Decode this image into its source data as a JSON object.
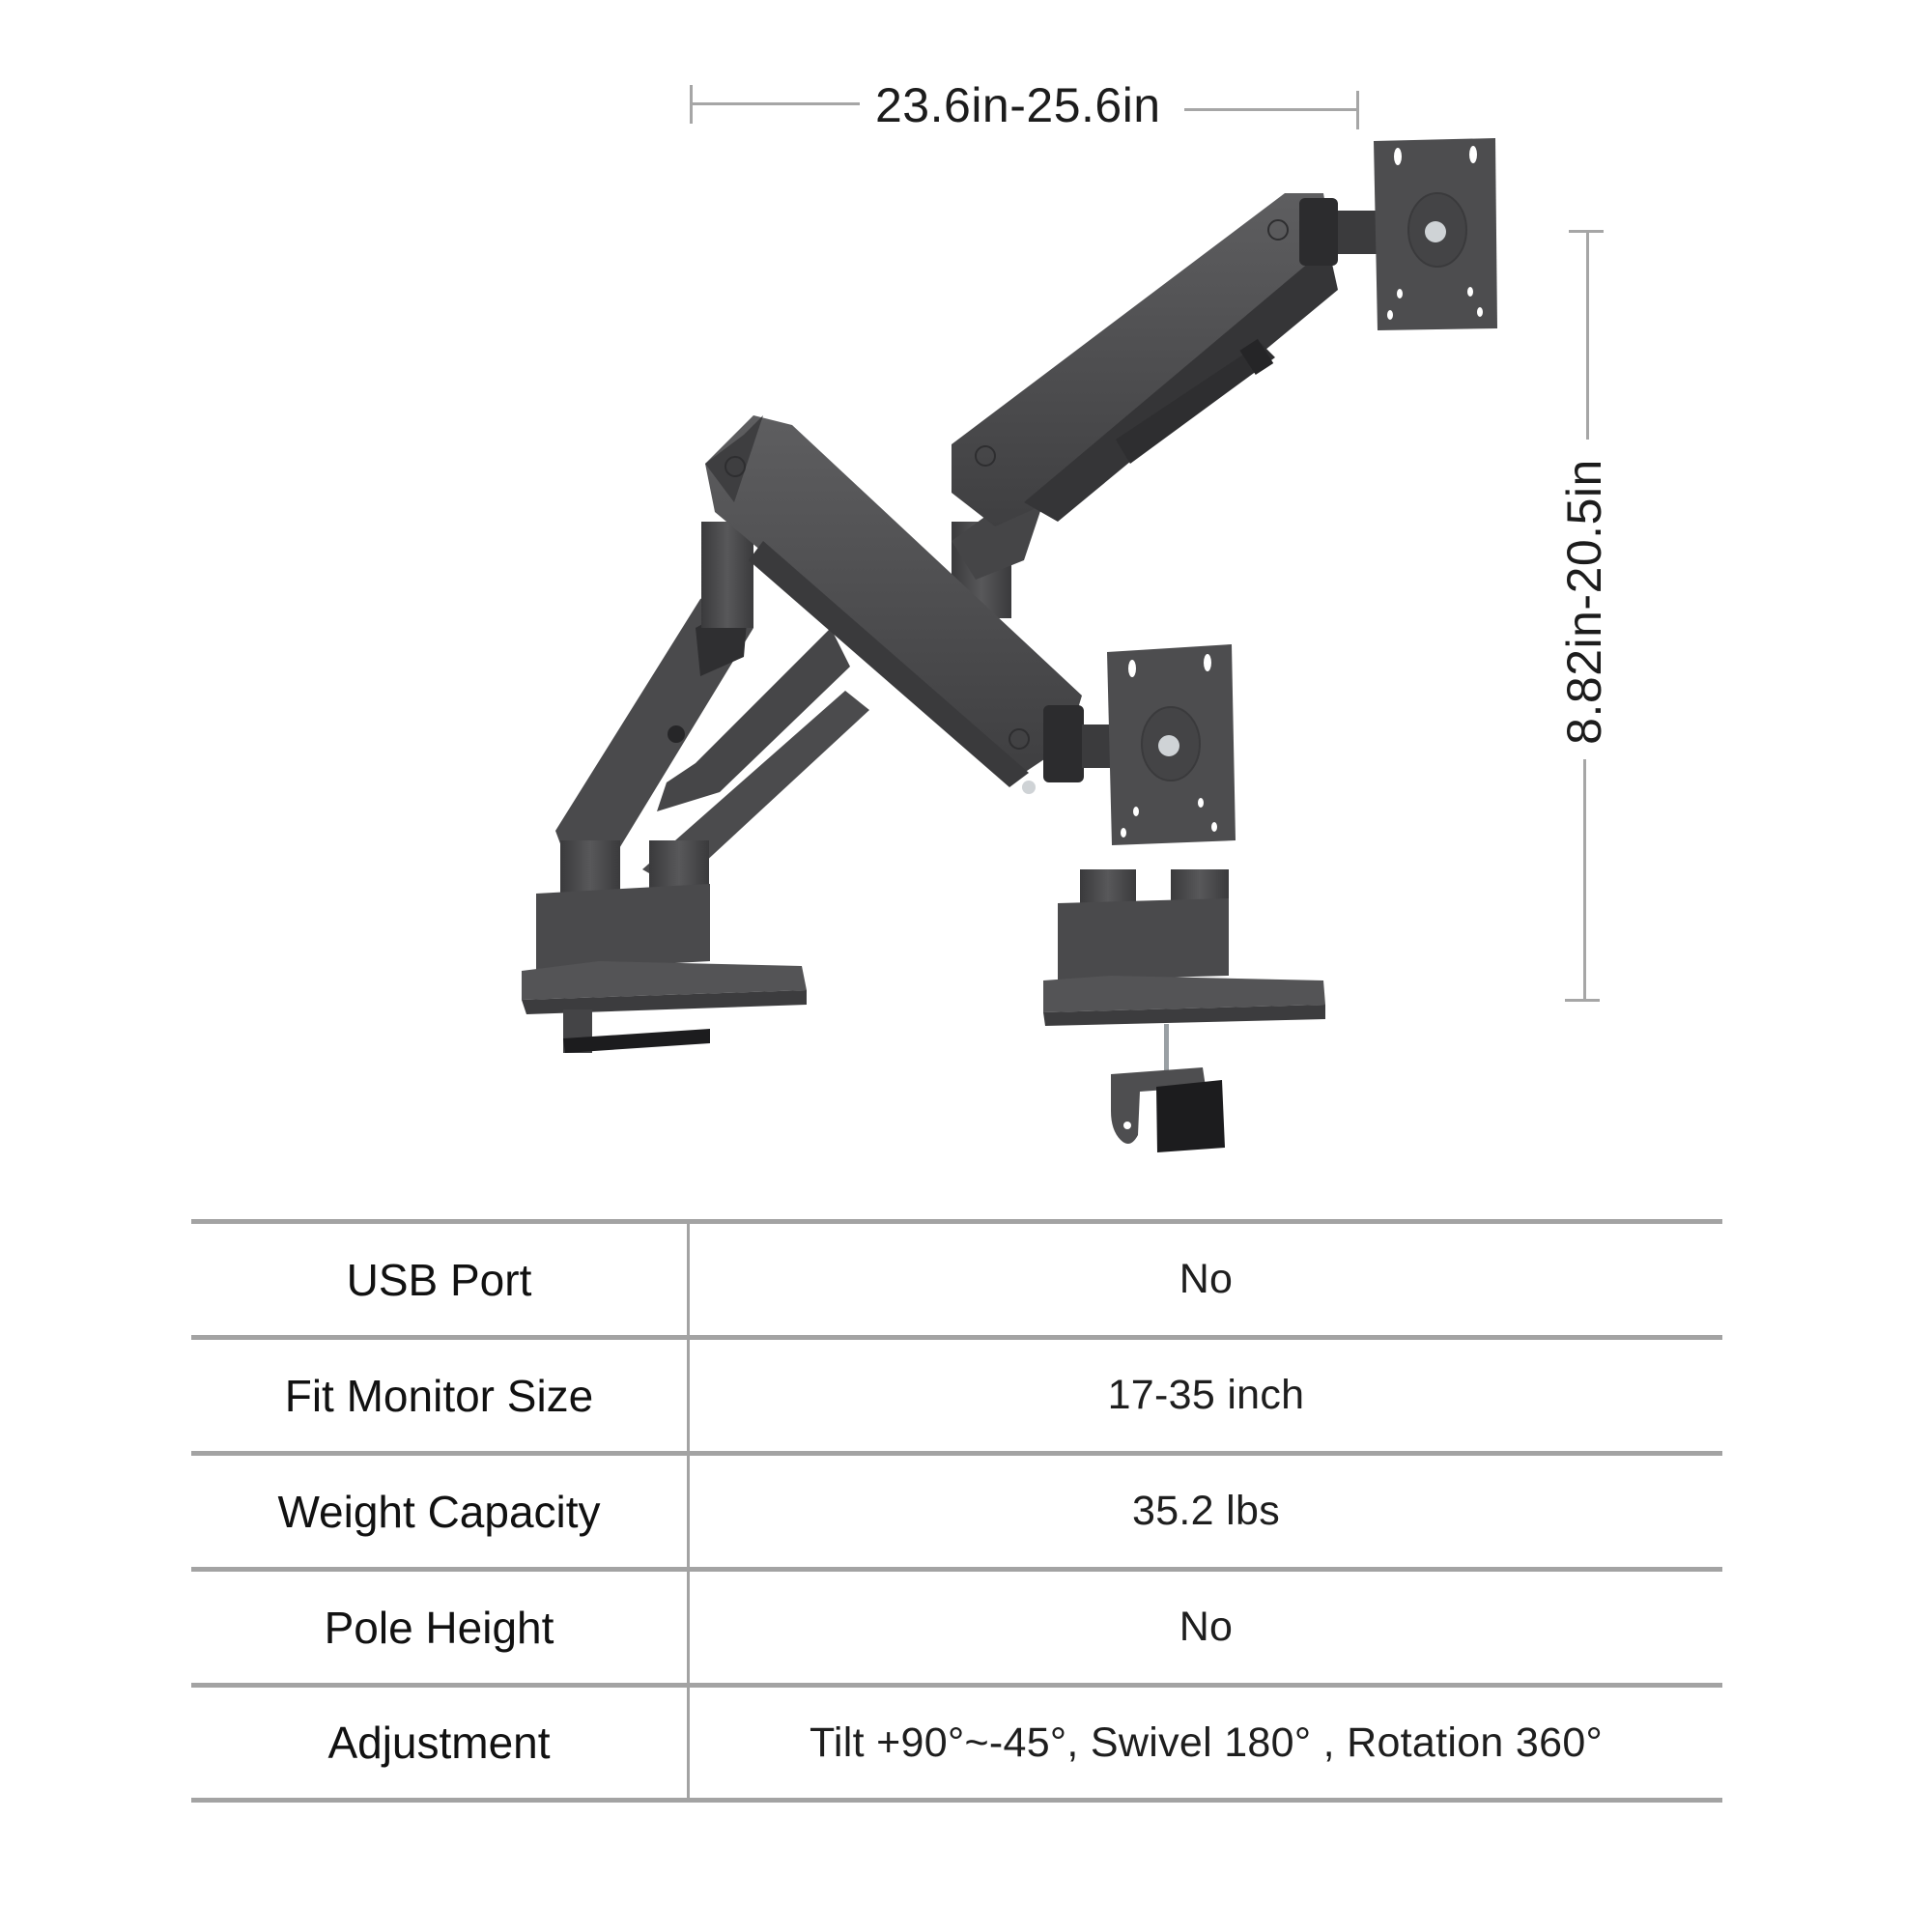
{
  "dimensions": {
    "width_label": "23.6in-25.6in",
    "height_label": "8.82in-20.5in",
    "line_color": "#a6a6a6"
  },
  "product": {
    "name_icon": "dual-monitor-arm-illustration",
    "body_color": "#4a4a4c",
    "highlight_color": "#5c5c5e",
    "shadow_color": "#2b2b2d",
    "accent_color": "#cfd3d6"
  },
  "specs": {
    "rows": [
      {
        "label": "USB Port",
        "value": "No"
      },
      {
        "label": "Fit Monitor Size",
        "value": "17-35 inch"
      },
      {
        "label": "Weight Capacity",
        "value": "35.2 lbs"
      },
      {
        "label": "Pole Height",
        "value": "No"
      },
      {
        "label": "Adjustment",
        "value": "Tilt +90°~-45°, Swivel 180° , Rotation 360°"
      }
    ],
    "border_color": "#a3a3a3"
  }
}
